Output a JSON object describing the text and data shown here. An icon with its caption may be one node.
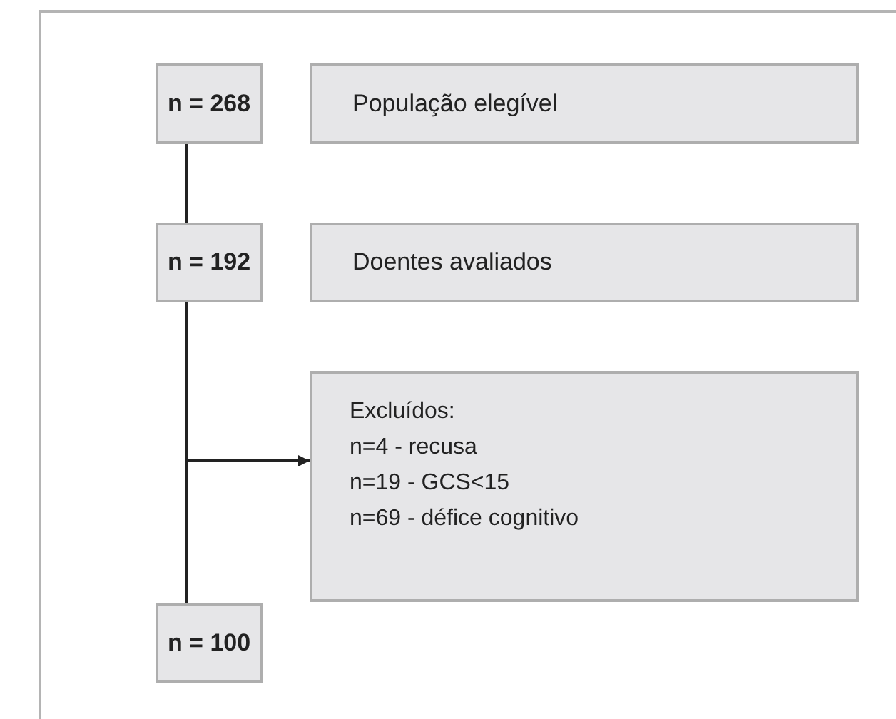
{
  "diagram": {
    "nodes": [
      {
        "text": [
          "n = 268"
        ]
      },
      {
        "text": [
          "População elegível"
        ]
      },
      {
        "text": [
          "n = 192"
        ]
      },
      {
        "text": [
          "Doentes avaliados"
        ]
      },
      {
        "text": [
          "Excluídos:",
          "n=4 - recusa",
          "n=19 - GCS<15",
          "n=69 - défice cognitivo"
        ]
      },
      {
        "text": [
          "n = 100"
        ]
      }
    ],
    "edges": [
      {
        "from": 0,
        "to": 2,
        "arrow": "none"
      },
      {
        "from": 2,
        "to": 5,
        "arrow": "none"
      },
      {
        "from": 2,
        "to": 4,
        "arrow": "to"
      }
    ]
  }
}
